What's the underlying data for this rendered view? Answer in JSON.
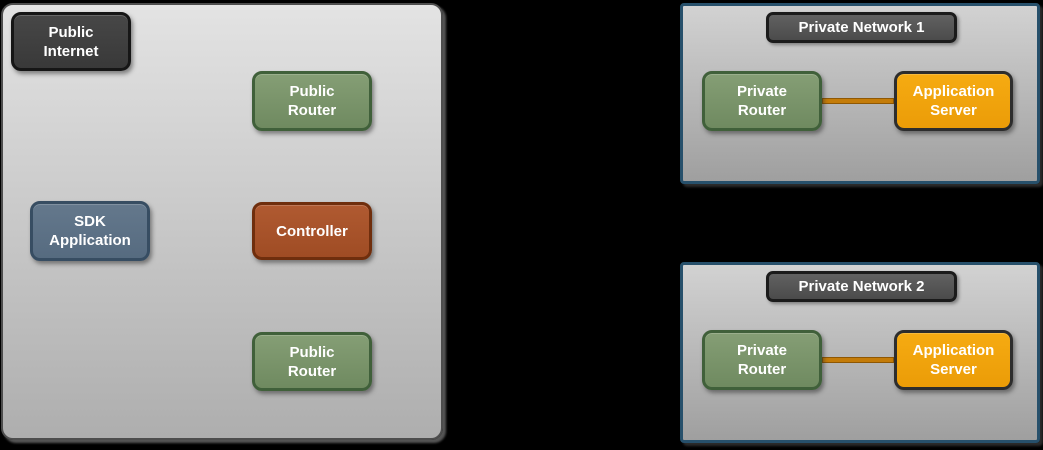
{
  "diagram": {
    "public_zone": {
      "nodes": {
        "public_internet": "Public Internet",
        "public_router_top": "Public Router",
        "sdk_application": "SDK Application",
        "controller": "Controller",
        "public_router_bottom": "Public Router"
      }
    },
    "private_networks": [
      {
        "title": "Private Network 1",
        "router_label": "Private Router",
        "server_label": "Application Server"
      },
      {
        "title": "Private Network 2",
        "router_label": "Private Router",
        "server_label": "Application Server"
      }
    ],
    "colors": {
      "background": "#000000",
      "zone_fill_top": "#e3e3e3",
      "zone_fill_bottom": "#aeaeae",
      "public_zone_border": "#4d4d4d",
      "private_zone_border": "#27506b",
      "dark_node_fill": "#3f3f3f",
      "dark_node_border": "#161616",
      "header_fill": "#575757",
      "header_border": "#1b1b1b",
      "router_fill": "#7a9468",
      "router_border": "#40603a",
      "sdk_fill": "#5e7286",
      "sdk_border": "#374d62",
      "controller_fill": "#a8552d",
      "controller_border": "#6f2e0d",
      "server_fill": "#f3a40c",
      "server_border": "#2d2d2d",
      "connector": "#c47c09",
      "node_text": "#ffffff"
    }
  }
}
